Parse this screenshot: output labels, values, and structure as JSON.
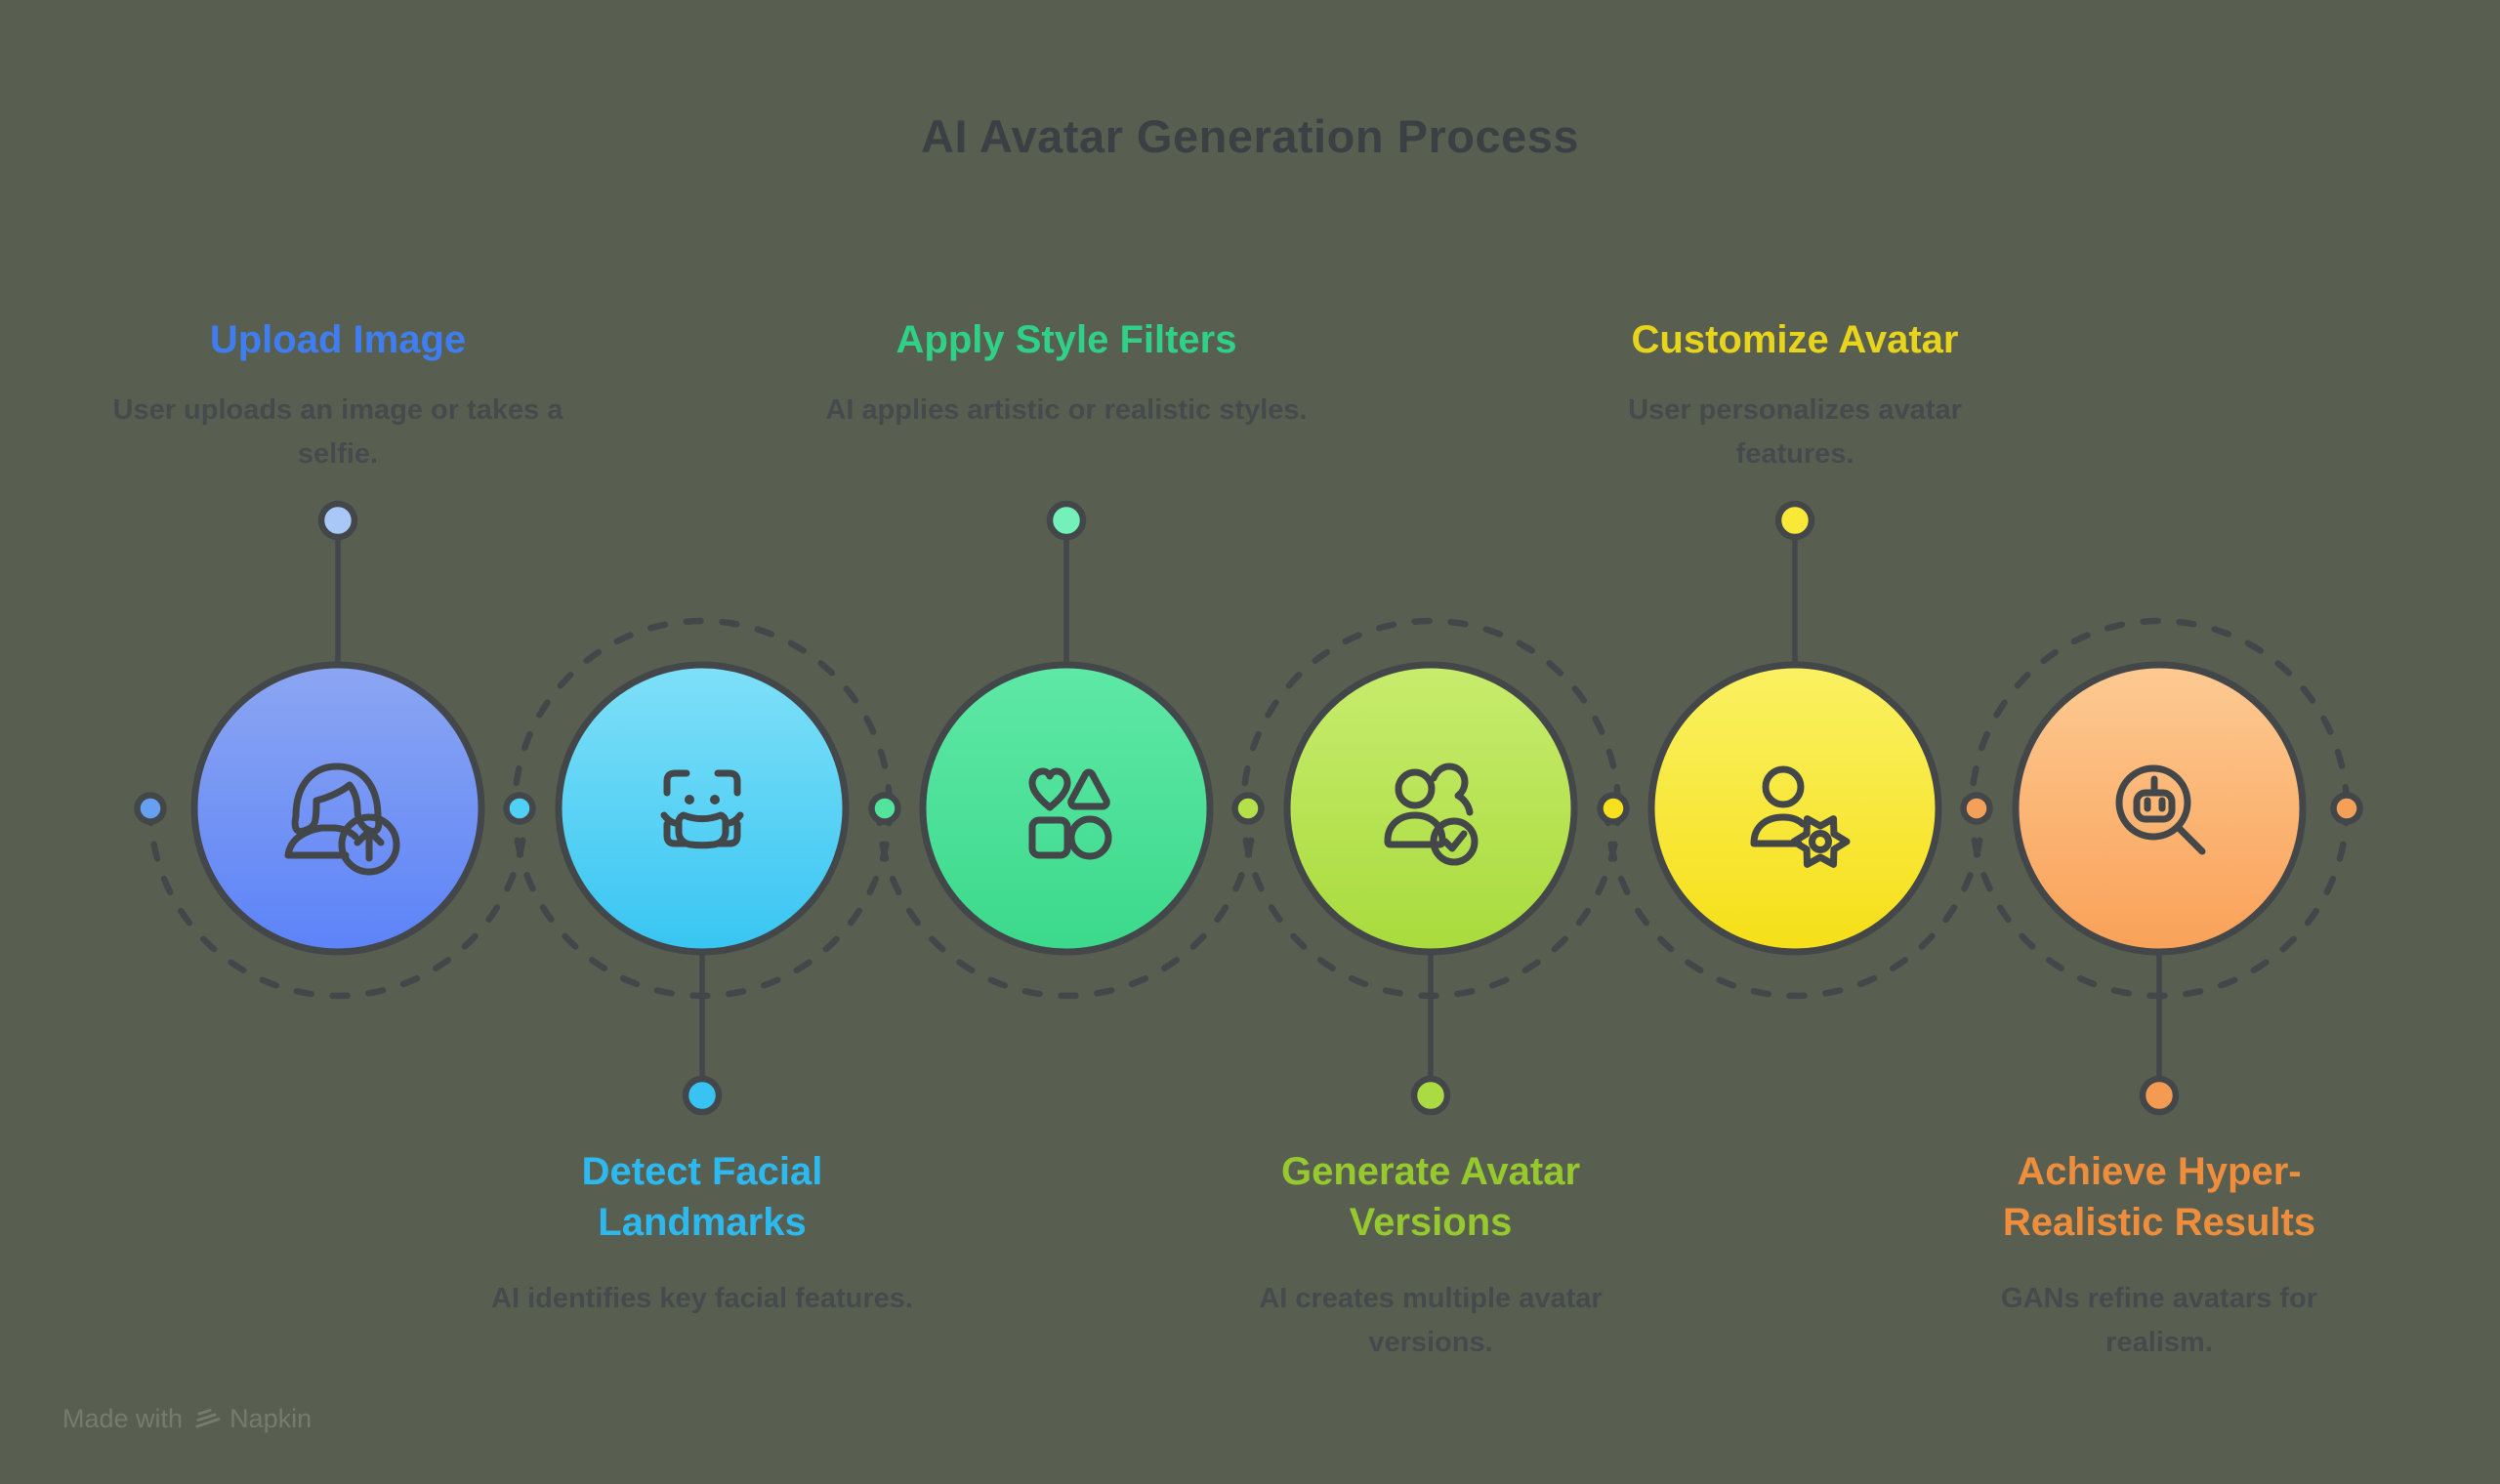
{
  "title": "AI Avatar Generation Process",
  "colors": {
    "background": "#595F50",
    "outline": "#43474A",
    "title": "#3B4045",
    "description": "#454B4D"
  },
  "trailing_dot": "#F5A058",
  "watermark": {
    "prefix": "Made with",
    "brand": "Napkin"
  },
  "steps": [
    {
      "label": "Upload Image",
      "description": "User uploads an image or takes a selfie.",
      "icon": "woman-upload-icon",
      "label_position": "top",
      "color": "#3E7EF2",
      "gradient_top": "#8CA6F2",
      "gradient_bottom": "#5C83F8",
      "connector_dot": "#A9C8F8",
      "side_dot": "#66A0F2"
    },
    {
      "label": "Detect Facial Landmarks",
      "description": "AI identifies key facial features.",
      "icon": "face-scan-icon",
      "label_position": "bottom",
      "color": "#2CB9EF",
      "gradient_top": "#7FE0F8",
      "gradient_bottom": "#38C5F2",
      "connector_dot": "#38C3F2",
      "side_dot": "#4FD0F4"
    },
    {
      "label": "Apply Style Filters",
      "description": "AI applies artistic or realistic styles.",
      "icon": "style-shapes-icon",
      "label_position": "top",
      "color": "#2ED186",
      "gradient_top": "#5FE8A6",
      "gradient_bottom": "#3BD98B",
      "connector_dot": "#74F1BA",
      "side_dot": "#52E49C"
    },
    {
      "label": "Generate Avatar Versions",
      "description": "AI creates multiple avatar versions.",
      "icon": "avatar-versions-check-icon",
      "label_position": "bottom",
      "color": "#96C92E",
      "gradient_top": "#C8EC6E",
      "gradient_bottom": "#A8DB3C",
      "connector_dot": "#ABDB42",
      "side_dot": "#B4E14A"
    },
    {
      "label": "Customize Avatar",
      "description": "User personalizes avatar features.",
      "icon": "user-gear-icon",
      "label_position": "top",
      "color": "#E8D41A",
      "gradient_top": "#FAF163",
      "gradient_bottom": "#F6DF17",
      "connector_dot": "#F9E838",
      "side_dot": "#F7E01D"
    },
    {
      "label": "Achieve Hyper-Realistic Results",
      "description": "GANs refine avatars for realism.",
      "icon": "robot-magnifier-icon",
      "label_position": "bottom",
      "color": "#EE8D3B",
      "gradient_top": "#FDCA92",
      "gradient_bottom": "#F9A158",
      "connector_dot": "#F59B51",
      "side_dot": "#F5A058"
    }
  ]
}
